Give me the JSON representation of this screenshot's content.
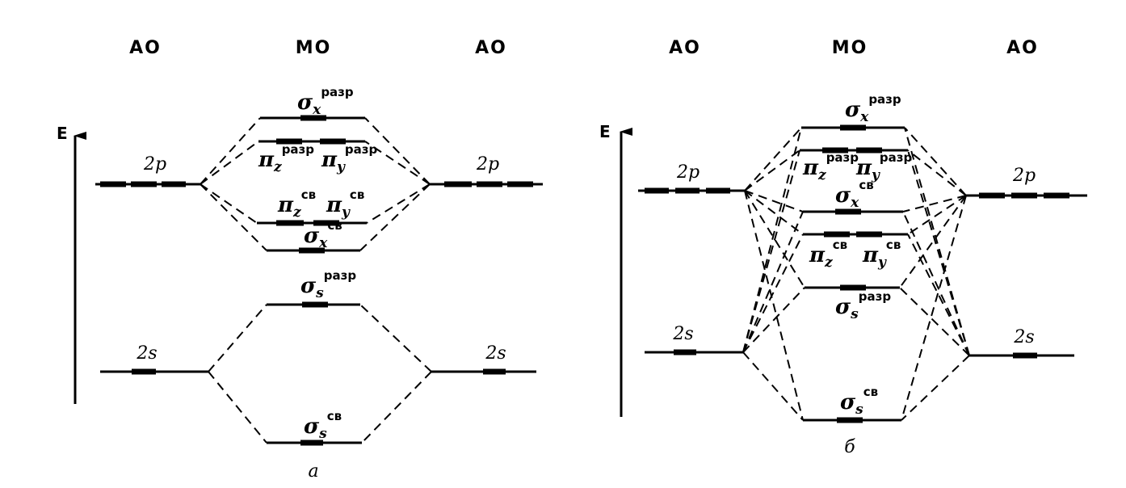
{
  "headers": {
    "a_left": "AO",
    "a_mid": "MO",
    "a_right": "AO",
    "b_left": "AO",
    "b_mid": "MO",
    "b_right": "AO"
  },
  "axis": {
    "a": "E",
    "b": "E"
  },
  "ao": {
    "a_2p_left": "2p",
    "a_2p_right": "2p",
    "a_2s_left": "2s",
    "a_2s_right": "2s",
    "b_2p_left": "2p",
    "b_2p_right": "2p",
    "b_2s_left": "2s",
    "b_2s_right": "2s"
  },
  "mo": {
    "a_sigx_anti": {
      "sym": "σ",
      "sub": "x",
      "sup": "разр"
    },
    "a_piz_anti": {
      "sym": "π",
      "sub": "z",
      "sup": "разр"
    },
    "a_piy_anti": {
      "sym": "π",
      "sub": "y",
      "sup": "разр"
    },
    "a_piz_bond": {
      "sym": "π",
      "sub": "z",
      "sup": "св"
    },
    "a_piy_bond": {
      "sym": "π",
      "sub": "y",
      "sup": "св"
    },
    "a_sigx_bond": {
      "sym": "σ",
      "sub": "x",
      "sup": "св"
    },
    "a_sigs_anti": {
      "sym": "σ",
      "sub": "s",
      "sup": "разр"
    },
    "a_sigs_bond": {
      "sym": "σ",
      "sub": "s",
      "sup": "св"
    },
    "b_sigx_anti": {
      "sym": "σ",
      "sub": "x",
      "sup": "разр"
    },
    "b_piz_anti": {
      "sym": "π",
      "sub": "z",
      "sup": "разр"
    },
    "b_piy_anti": {
      "sym": "π",
      "sub": "y",
      "sup": "разр"
    },
    "b_sigx_bond": {
      "sym": "σ",
      "sub": "x",
      "sup": "св"
    },
    "b_piz_bond": {
      "sym": "π",
      "sub": "z",
      "sup": "св"
    },
    "b_piy_bond": {
      "sym": "π",
      "sub": "y",
      "sup": "св"
    },
    "b_sigs_anti": {
      "sym": "σ",
      "sub": "s",
      "sup": "разр"
    },
    "b_sigs_bond": {
      "sym": "σ",
      "sub": "s",
      "sup": "св"
    }
  },
  "captions": {
    "a": "а",
    "b": "б"
  }
}
